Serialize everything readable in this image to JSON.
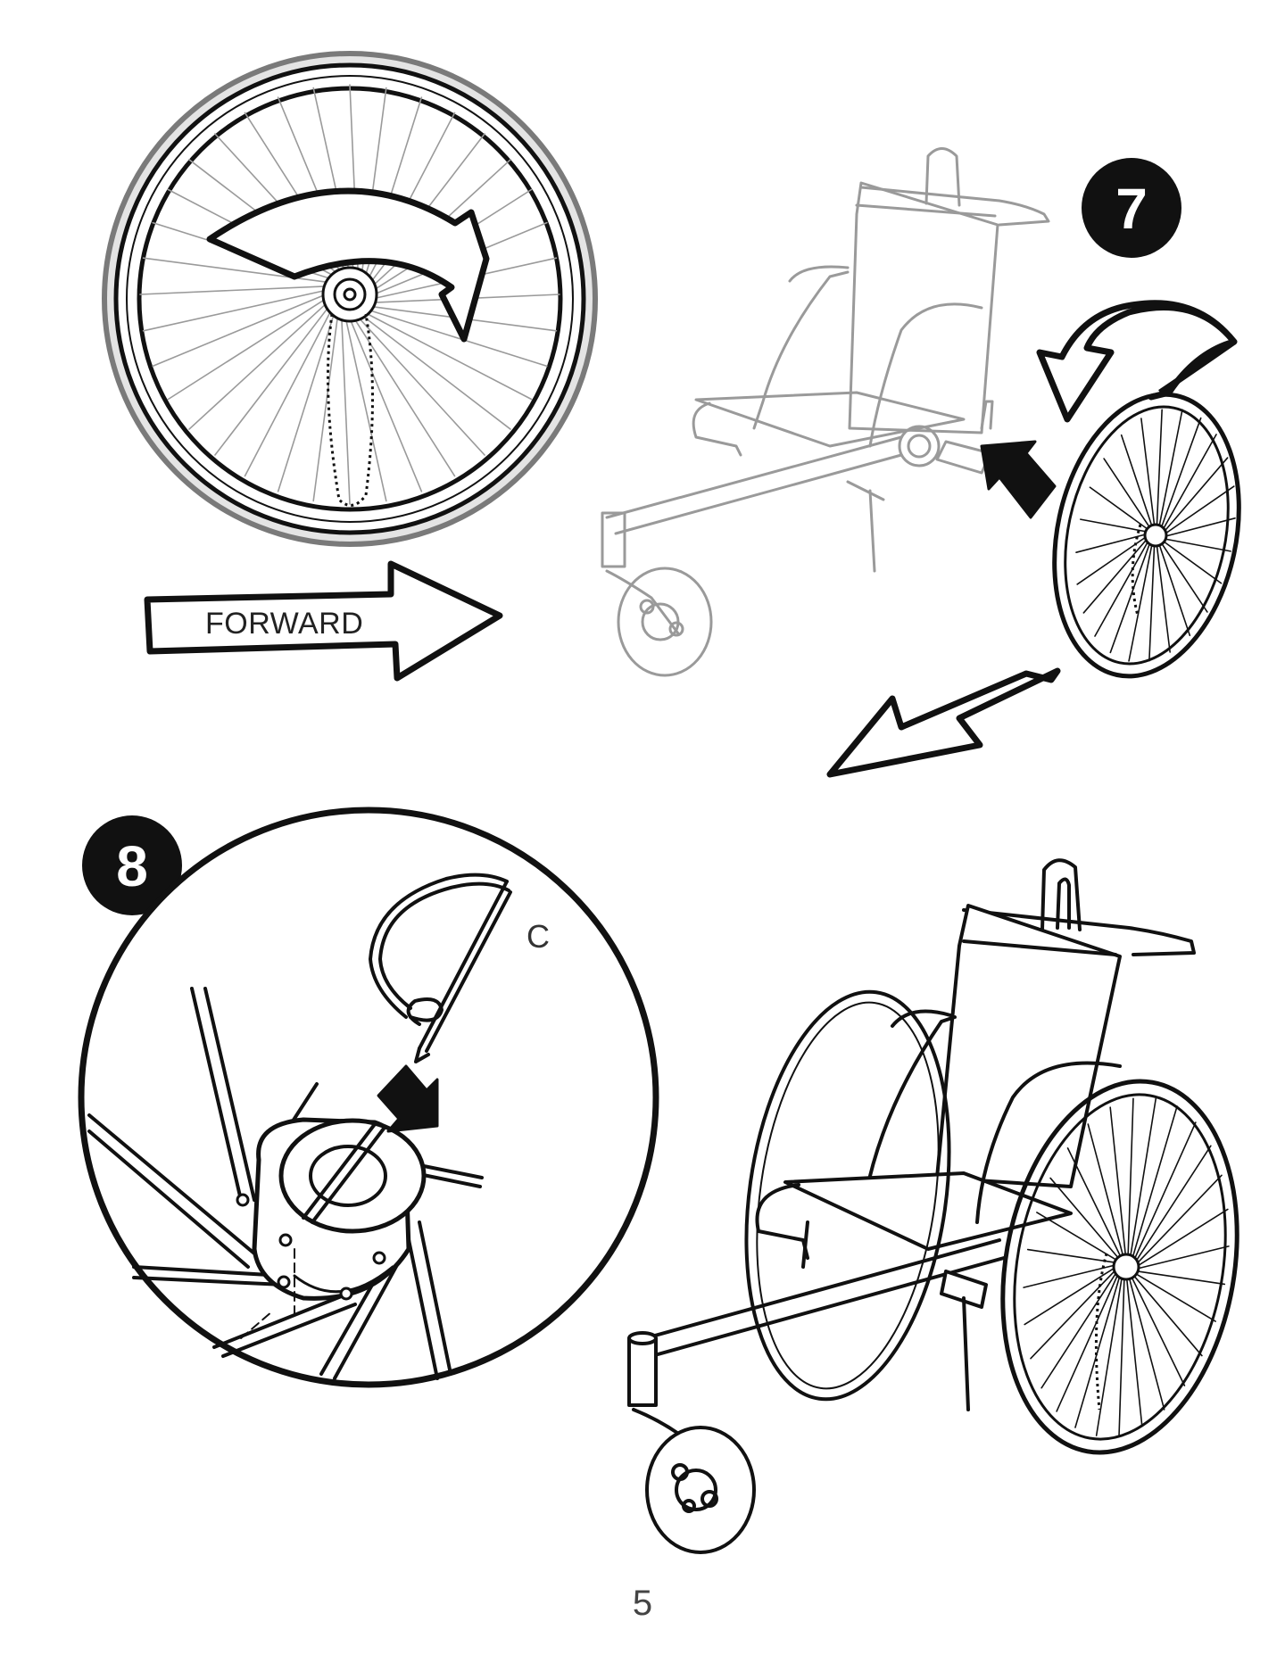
{
  "steps": [
    {
      "number": "7"
    },
    {
      "number": "8"
    }
  ],
  "direction_label": "FORWARD",
  "part_callout": "C",
  "page_number": "5",
  "colors": {
    "ink": "#111111",
    "badge": "#111111",
    "faint_line": "#9a9a9a",
    "tire_gray": "#7a7a7a"
  },
  "icons": [
    "rotate-clockwise-arrow-icon",
    "rotate-counterclockwise-arrow-icon",
    "forward-arrow-icon",
    "push-down-arrow-icon",
    "pull-out-arrow-icon"
  ]
}
